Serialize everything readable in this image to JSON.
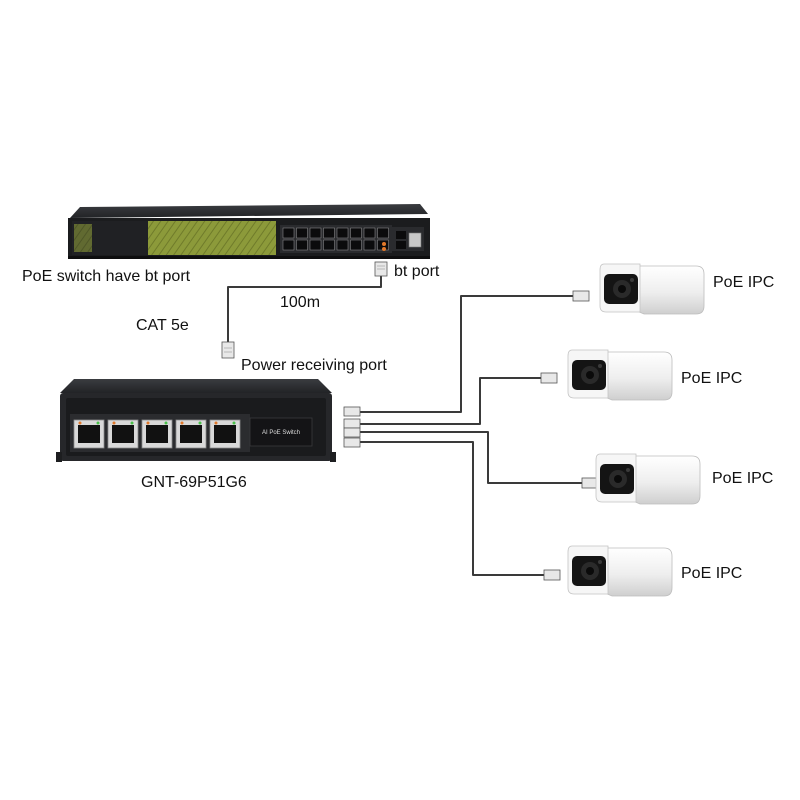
{
  "labels": {
    "main_switch": "PoE switch have bt port",
    "bt_port": "bt port",
    "distance": "100m",
    "cable": "CAT 5e",
    "power_receiving": "Power receiving port",
    "small_switch_model": "GNT-69P51G6",
    "camera_1": "PoE IPC",
    "camera_2": "PoE IPC",
    "camera_3": "PoE IPC",
    "camera_4": "PoE IPC"
  },
  "device_text": {
    "small_switch_badge": "AI PoE Switch"
  },
  "colors": {
    "switch_body": "#2b2d30",
    "switch_face": "#1b1c1e",
    "accent_panel": "#8c9a3a",
    "cable": "#3a3a3a",
    "camera_body": "#f2f2f2",
    "camera_lens": "#1a1a1a",
    "orange_led": "#e0782a",
    "green_led": "#4ac04a"
  }
}
